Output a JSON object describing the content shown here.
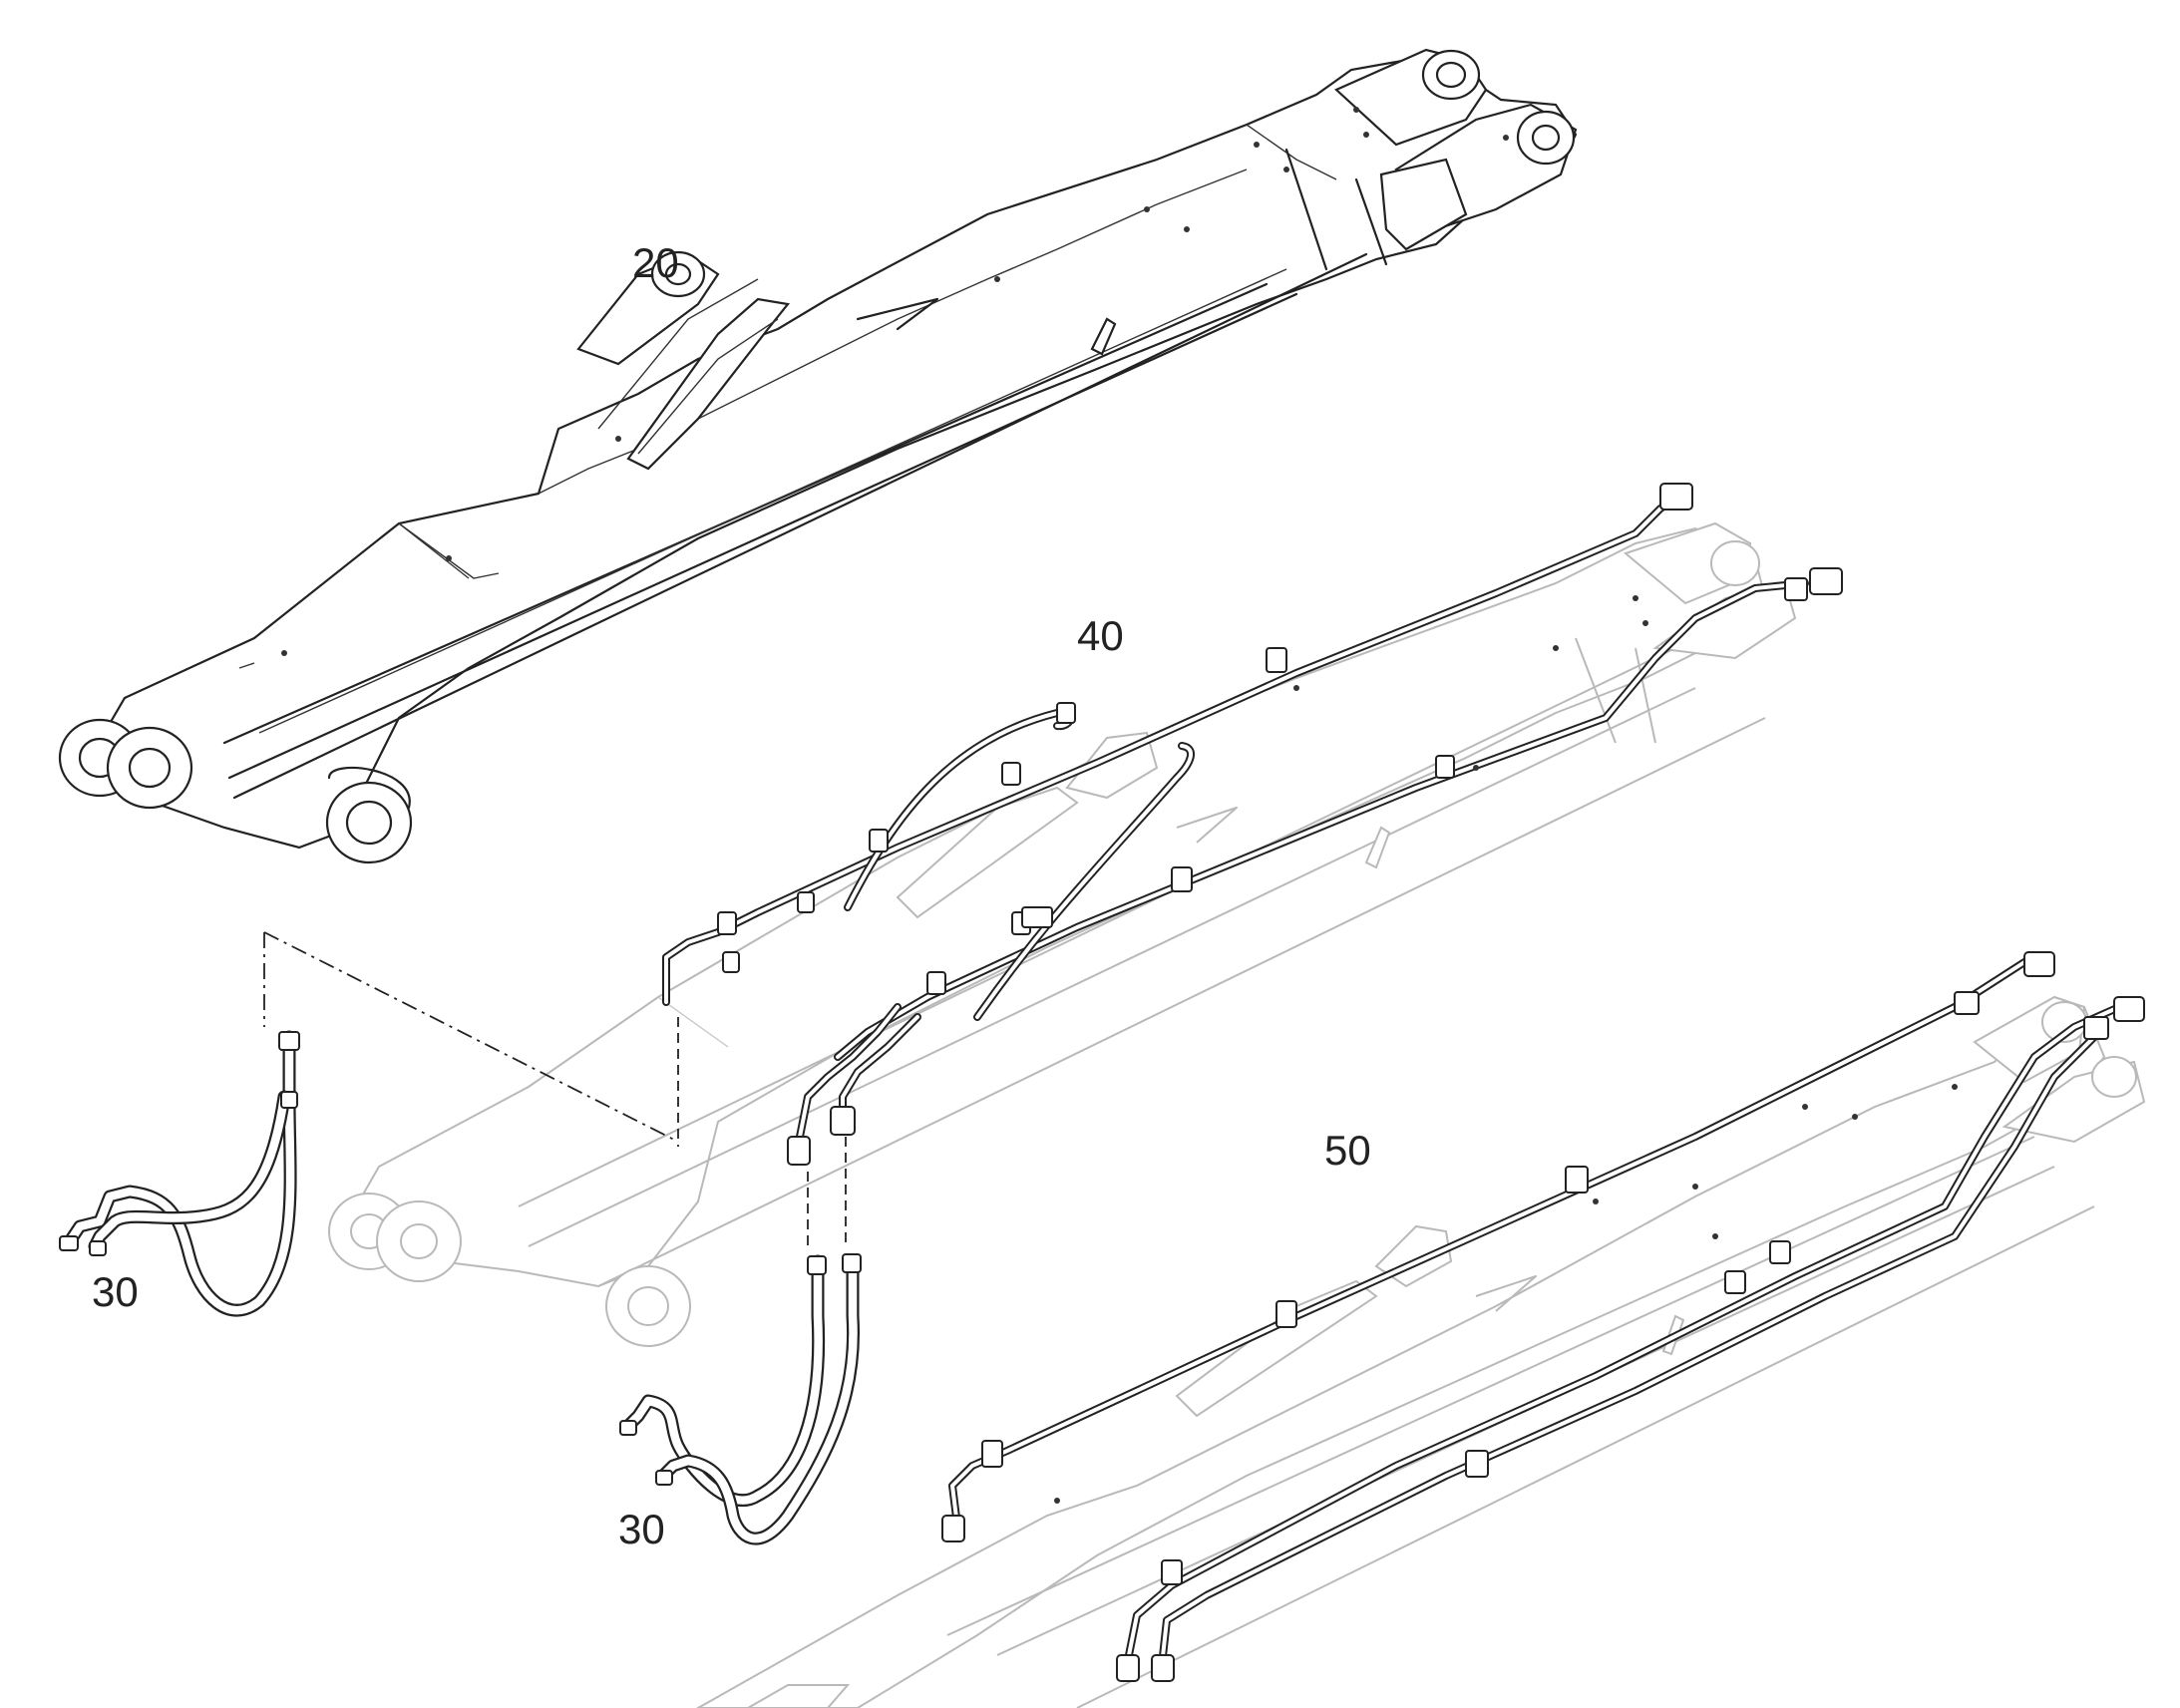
{
  "diagram": {
    "callouts": [
      {
        "id": "c20",
        "label": "20"
      },
      {
        "id": "c40",
        "label": "40"
      },
      {
        "id": "c50",
        "label": "50"
      },
      {
        "id": "c30a",
        "label": "30"
      },
      {
        "id": "c30b",
        "label": "30"
      }
    ]
  }
}
